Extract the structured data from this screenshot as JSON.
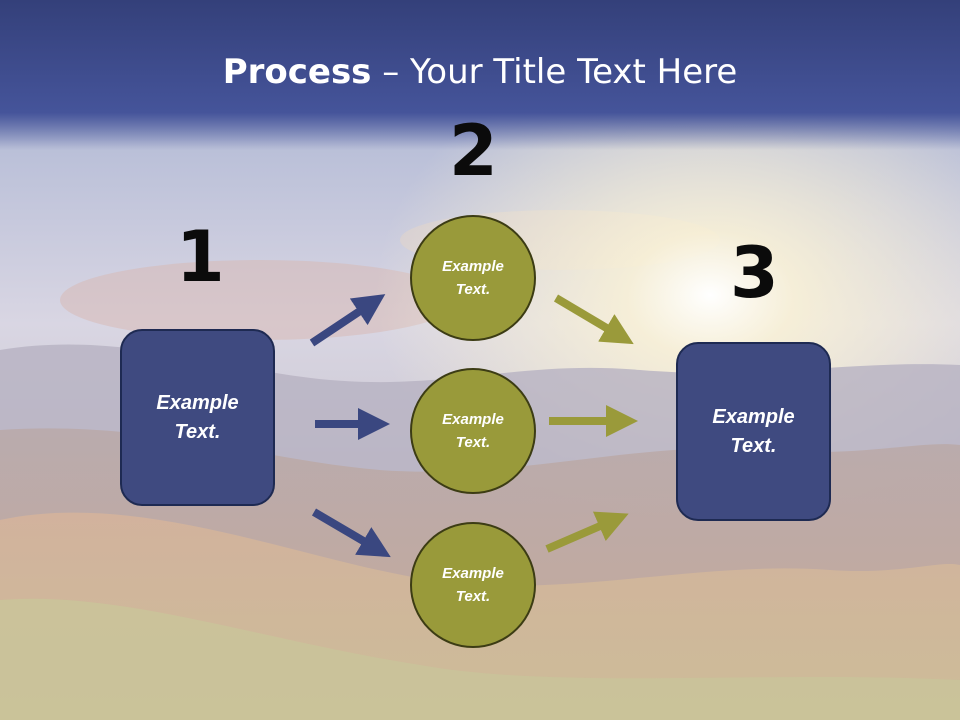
{
  "title": {
    "bold": "Process",
    "rest": " – Your Title Text Here"
  },
  "steps": {
    "one": "1",
    "two": "2",
    "three": "3"
  },
  "left_box": {
    "text": "Example\nText."
  },
  "circles": [
    {
      "text": "Example\nText."
    },
    {
      "text": "Example\nText."
    },
    {
      "text": "Example\nText."
    }
  ],
  "right_box": {
    "text": "Example\nText."
  },
  "colors": {
    "title_bar": "#3d4b85",
    "box_fill": "#3f4a80",
    "circle_fill": "#999a3a",
    "arrow_blue": "#3a4780",
    "arrow_olive": "#9a9a3a"
  }
}
